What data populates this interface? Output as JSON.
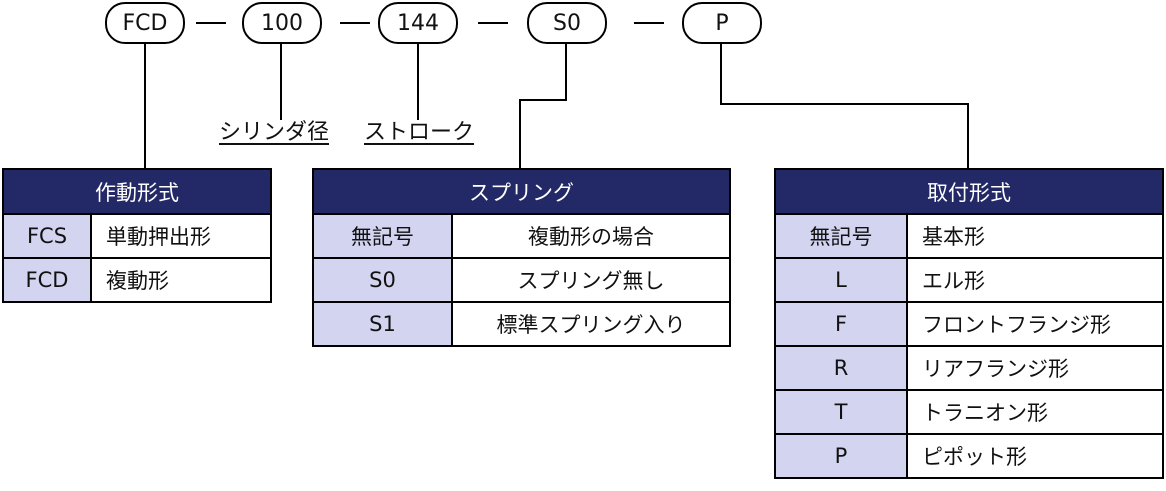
{
  "code": {
    "segments": [
      {
        "id": "action",
        "value": "FCD"
      },
      {
        "id": "bore",
        "value": "100"
      },
      {
        "id": "stroke",
        "value": "144"
      },
      {
        "id": "spring",
        "value": "S0"
      },
      {
        "id": "mount",
        "value": "P"
      }
    ]
  },
  "labels": {
    "bore": "シリンダ径",
    "stroke": "ストローク"
  },
  "tables": {
    "action": {
      "header": "作動形式",
      "rows": [
        {
          "code": "FCS",
          "desc": "単動押出形"
        },
        {
          "code": "FCD",
          "desc": "複動形"
        }
      ]
    },
    "spring": {
      "header": "スプリング",
      "rows": [
        {
          "code": "無記号",
          "desc": "複動形の場合"
        },
        {
          "code": "S0",
          "desc": "スプリング無し"
        },
        {
          "code": "S1",
          "desc": "標準スプリング入り"
        }
      ]
    },
    "mount": {
      "header": "取付形式",
      "rows": [
        {
          "code": "無記号",
          "desc": "基本形"
        },
        {
          "code": "L",
          "desc": "エル形"
        },
        {
          "code": "F",
          "desc": "フロントフランジ形"
        },
        {
          "code": "R",
          "desc": "リアフランジ形"
        },
        {
          "code": "T",
          "desc": "トラニオン形"
        },
        {
          "code": "P",
          "desc": "ピポット形"
        }
      ]
    }
  },
  "colors": {
    "header_bg": "#232867",
    "header_text": "#ffffff",
    "key_cell_bg": "#d2d4f0",
    "line": "#000000"
  }
}
